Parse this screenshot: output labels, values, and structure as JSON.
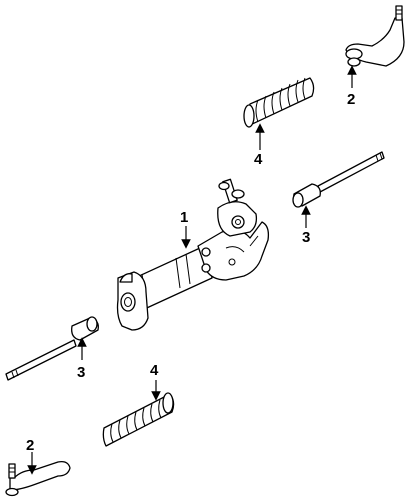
{
  "callouts": [
    {
      "id": "c1",
      "label": "1"
    },
    {
      "id": "c2a",
      "label": "2"
    },
    {
      "id": "c2b",
      "label": "2"
    },
    {
      "id": "c3a",
      "label": "3"
    },
    {
      "id": "c3b",
      "label": "3"
    },
    {
      "id": "c4a",
      "label": "4"
    },
    {
      "id": "c4b",
      "label": "4"
    }
  ],
  "colors": {
    "line": "#000000",
    "background": "#ffffff"
  }
}
